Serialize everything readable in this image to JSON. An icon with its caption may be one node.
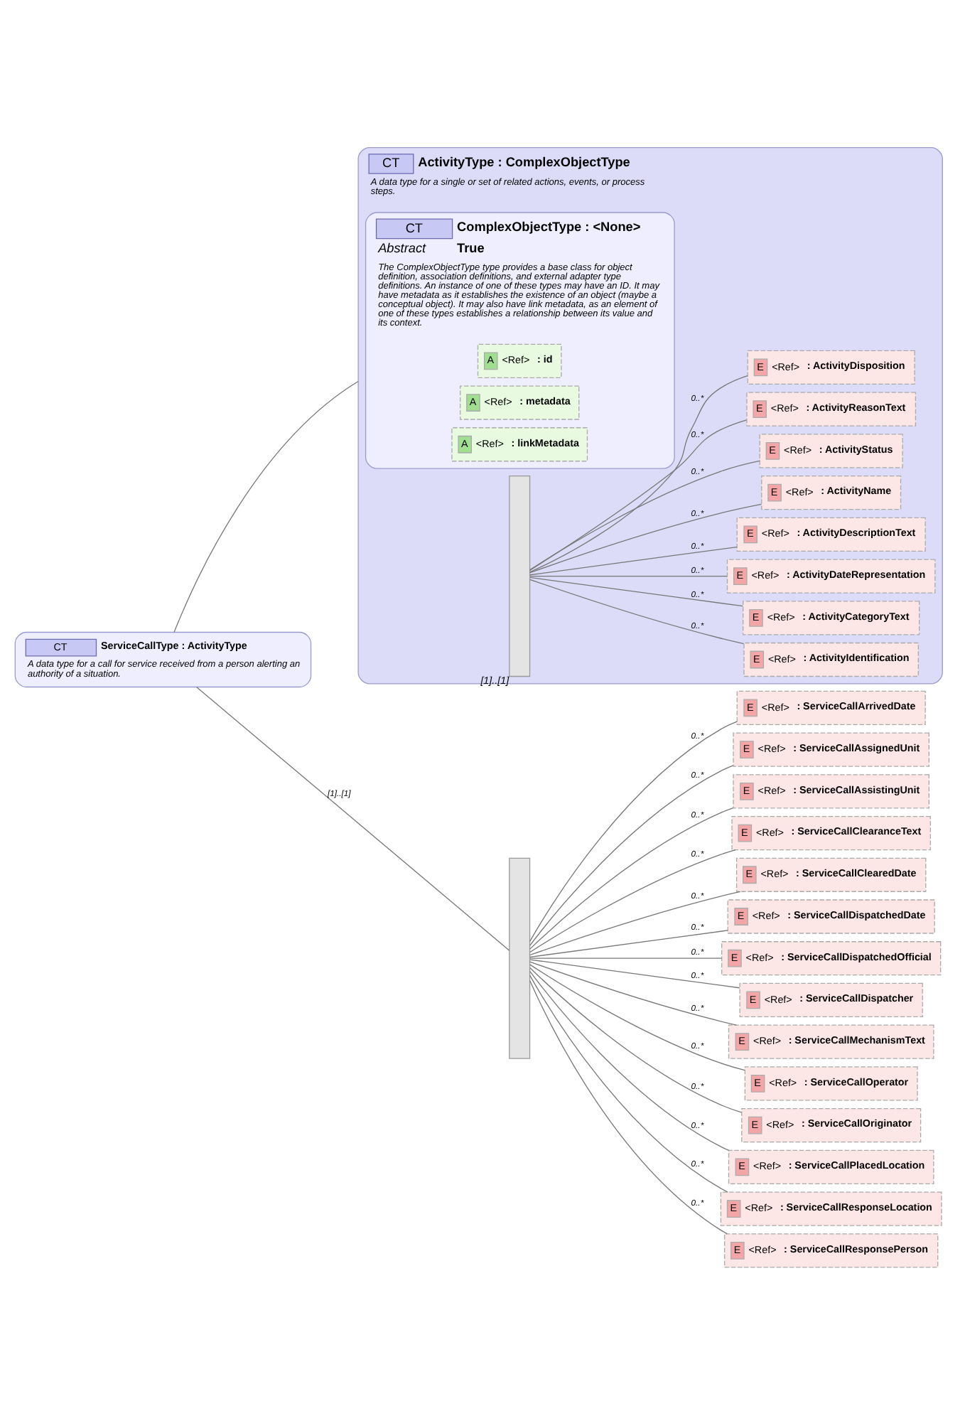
{
  "diagram": {
    "nodes": [
      {
        "text": [
          "CT",
          "ServiceCallType : ActivityType",
          "A data type for a call for service received from a person alerting an authority of a situation."
        ]
      },
      {
        "text": [
          "CT",
          "ActivityType : ComplexObjectType",
          "A data type for a single or set of related actions, events, or process steps."
        ]
      },
      {
        "text": [
          "CT",
          "ComplexObjectType : <None>",
          "Abstract",
          "True",
          "The ComplexObjectType type provides a base class for object definition, association definitions, and external adapter type definitions. An instance of one of these types may have an ID. It may have metadata as it establishes the existence of an object (maybe a conceptual object). It may also have link metadata, as an element of one of these types establishes a relationship between its value and its context."
        ],
        "in": 1
      },
      {
        "text": [
          "A",
          "<Ref>",
          ": id"
        ],
        "in": 2
      },
      {
        "text": [
          "A",
          "<Ref>",
          ": metadata"
        ],
        "in": 2
      },
      {
        "text": [
          "A",
          "<Ref>",
          ": linkMetadata"
        ],
        "in": 2
      },
      {
        "text": [],
        "shape": "bar",
        "in": 1,
        "beside": [
          "[1]..[1]"
        ]
      },
      {
        "text": [
          "E",
          "<Ref>",
          ": ActivityIdentification"
        ],
        "in": 1
      },
      {
        "text": [
          "E",
          "<Ref>",
          ": ActivityCategoryText"
        ],
        "in": 1
      },
      {
        "text": [
          "E",
          "<Ref>",
          ": ActivityDateRepresentation"
        ],
        "in": 1
      },
      {
        "text": [
          "E",
          "<Ref>",
          ": ActivityDescriptionText"
        ],
        "in": 1
      },
      {
        "text": [
          "E",
          "<Ref>",
          ": ActivityName"
        ],
        "in": 1
      },
      {
        "text": [
          "E",
          "<Ref>",
          ": ActivityStatus"
        ],
        "in": 1
      },
      {
        "text": [
          "E",
          "<Ref>",
          ": ActivityReasonText"
        ],
        "in": 1
      },
      {
        "text": [
          "E",
          "<Ref>",
          ": ActivityDisposition"
        ],
        "in": 1
      },
      {
        "text": [],
        "shape": "bar"
      },
      {
        "text": [
          "E",
          "<Ref>",
          ": ServiceCallArrivedDate"
        ]
      },
      {
        "text": [
          "E",
          "<Ref>",
          ": ServiceCallAssignedUnit"
        ]
      },
      {
        "text": [
          "E",
          "<Ref>",
          ": ServiceCallAssistingUnit"
        ]
      },
      {
        "text": [
          "E",
          "<Ref>",
          ": ServiceCallClearanceText"
        ]
      },
      {
        "text": [
          "E",
          "<Ref>",
          ": ServiceCallClearedDate"
        ]
      },
      {
        "text": [
          "E",
          "<Ref>",
          ": ServiceCallDispatchedDate"
        ]
      },
      {
        "text": [
          "E",
          "<Ref>",
          ": ServiceCallDispatchedOfficial"
        ]
      },
      {
        "text": [
          "E",
          "<Ref>",
          ": ServiceCallDispatcher"
        ]
      },
      {
        "text": [
          "E",
          "<Ref>",
          ": ServiceCallMechanismText"
        ]
      },
      {
        "text": [
          "E",
          "<Ref>",
          ": ServiceCallOperator"
        ]
      },
      {
        "text": [
          "E",
          "<Ref>",
          ": ServiceCallOriginator"
        ]
      },
      {
        "text": [
          "E",
          "<Ref>",
          ": ServiceCallPlacedLocation"
        ]
      },
      {
        "text": [
          "E",
          "<Ref>",
          ": ServiceCallResponseLocation"
        ]
      },
      {
        "text": [
          "E",
          "<Ref>",
          ": ServiceCallResponsePerson"
        ]
      }
    ],
    "edges": [
      {
        "from": 0,
        "to": 1,
        "arrow": "none"
      },
      {
        "from": 0,
        "to": 15,
        "arrow": "none",
        "label": "[1]..[1]"
      },
      {
        "from": 6,
        "to": 7,
        "arrow": "none",
        "label": "0..*"
      },
      {
        "from": 6,
        "to": 8,
        "arrow": "none",
        "label": "0..*"
      },
      {
        "from": 6,
        "to": 9,
        "arrow": "none",
        "label": "0..*"
      },
      {
        "from": 6,
        "to": 10,
        "arrow": "none",
        "label": "0..*"
      },
      {
        "from": 6,
        "to": 11,
        "arrow": "none",
        "label": "0..*"
      },
      {
        "from": 6,
        "to": 12,
        "arrow": "none",
        "label": "0..*"
      },
      {
        "from": 6,
        "to": 13,
        "arrow": "none",
        "label": "0..*"
      },
      {
        "from": 6,
        "to": 14,
        "arrow": "none",
        "label": "0..*"
      },
      {
        "from": 15,
        "to": 16,
        "arrow": "none",
        "label": "0..*"
      },
      {
        "from": 15,
        "to": 17,
        "arrow": "none",
        "label": "0..*"
      },
      {
        "from": 15,
        "to": 18,
        "arrow": "none",
        "label": "0..*"
      },
      {
        "from": 15,
        "to": 19,
        "arrow": "none",
        "label": "0..*"
      },
      {
        "from": 15,
        "to": 20,
        "arrow": "none",
        "label": "0..*"
      },
      {
        "from": 15,
        "to": 21,
        "arrow": "none",
        "label": "0..*"
      },
      {
        "from": 15,
        "to": 22,
        "arrow": "none",
        "label": "0..*"
      },
      {
        "from": 15,
        "to": 23,
        "arrow": "none",
        "label": "0..*"
      },
      {
        "from": 15,
        "to": 24,
        "arrow": "none",
        "label": "0..*"
      },
      {
        "from": 15,
        "to": 25,
        "arrow": "none",
        "label": "0..*"
      },
      {
        "from": 15,
        "to": 26,
        "arrow": "none",
        "label": "0..*"
      },
      {
        "from": 15,
        "to": 27,
        "arrow": "none",
        "label": "0..*"
      },
      {
        "from": 15,
        "to": 28,
        "arrow": "none",
        "label": "0..*"
      },
      {
        "from": 15,
        "to": 29,
        "arrow": "none",
        "label": "0..*"
      }
    ]
  }
}
